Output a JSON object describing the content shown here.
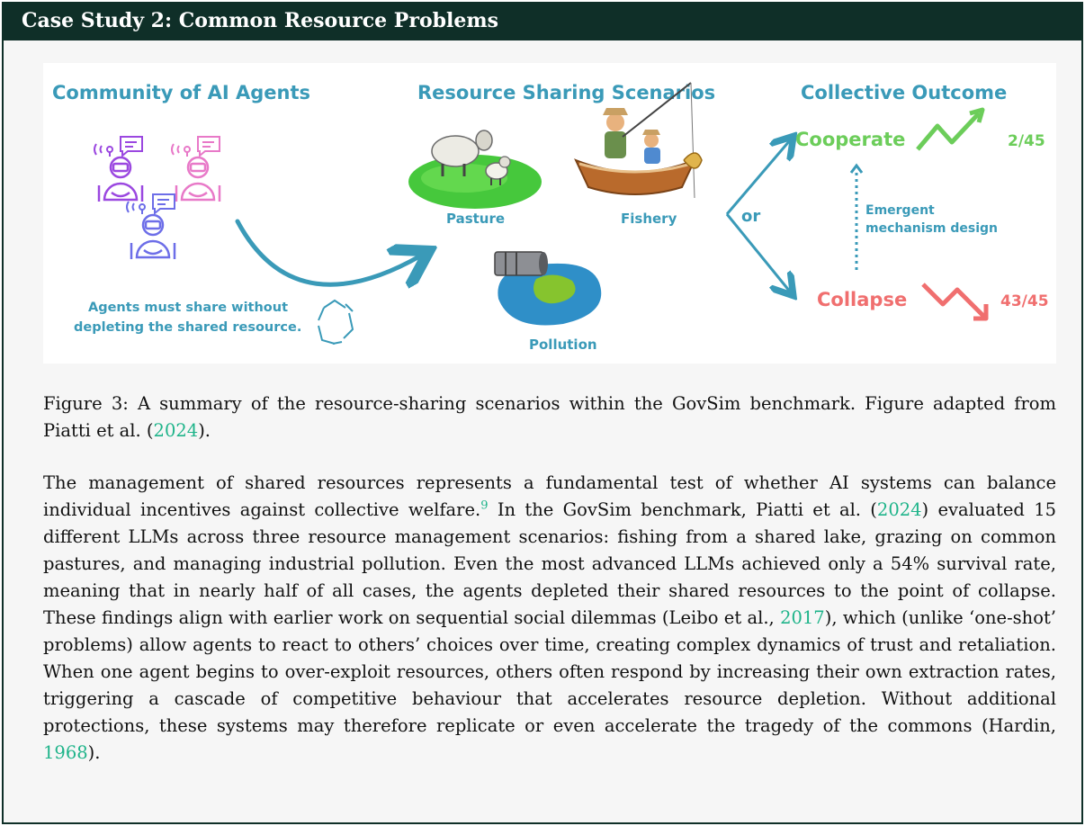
{
  "header": {
    "title": "Case Study 2: Common Resource Problems"
  },
  "figure": {
    "col1_title": "Community of AI Agents",
    "col2_title": "Resource Sharing Scenarios",
    "col3_title": "Collective Outcome",
    "pasture": "Pasture",
    "fishery": "Fishery",
    "pollution": "Pollution",
    "note_line1": "Agents must share without",
    "note_line2": "depleting the shared resource.",
    "or": "or",
    "cooperate": "Cooperate",
    "cooperate_count": "2/45",
    "collapse": "Collapse",
    "collapse_count": "43/45",
    "mechanism_line1": "Emergent",
    "mechanism_line2": "mechanism design",
    "colors": {
      "teal": "#3a9ab8",
      "purple": "#9b48e0",
      "pink": "#e879c8",
      "green": "#6ccd5a",
      "red": "#f06f6f",
      "header": "#0f2f28"
    }
  },
  "caption": {
    "prefix": "Figure 3: A summary of the resource-sharing scenarios within the GovSim benchmark. Figure adapted from Piatti et al. (",
    "year": "2024",
    "suffix": ")."
  },
  "paragraph": {
    "s1": "The management of shared resources represents a fundamental test of whether AI systems can balance individual incentives against collective welfare.",
    "fn": "9",
    "s2": " In the GovSim benchmark, Piatti et al. (",
    "y1": "2024",
    "s3": ") evaluated 15 different LLMs across three resource management scenarios: fishing from a shared lake, grazing on common pastures, and managing industrial pollution. Even the most advanced LLMs achieved only a 54% survival rate, meaning that in nearly half of all cases, the agents depleted their shared resources to the point of collapse. These findings align with earlier work on sequential social dilemmas (Leibo et al., ",
    "y2": "2017",
    "s4": "), which (unlike ‘one-shot’ problems) allow agents to react to others’ choices over time, creating complex dynamics of trust and retaliation. When one agent begins to over-exploit resources, others often respond by increasing their own extraction rates, triggering a cascade of competitive behaviour that accelerates resource depletion. Without additional protections, these systems may therefore replicate or even accelerate the tragedy of the commons (Hardin, ",
    "y3": "1968",
    "s5": ")."
  }
}
